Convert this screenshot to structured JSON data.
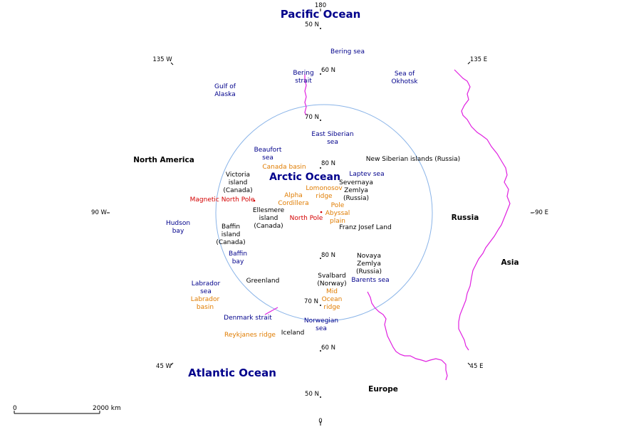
{
  "oceans_major": {
    "pacific": "Pacific Ocean",
    "arctic": "Arctic Ocean",
    "atlantic": "Atlantic Ocean"
  },
  "continents": {
    "north_america": "North America",
    "russia": "Russia",
    "asia": "Asia",
    "europe": "Europe"
  },
  "seas": {
    "bering_sea": "Bering sea",
    "bering_strait": "Bering\nstrait",
    "sea_of_okhotsk": "Sea of\nOkhotsk",
    "gulf_of_alaska": "Gulf of\nAlaska",
    "east_siberian_sea": "East Siberian\nsea",
    "beaufort_sea": "Beaufort\nsea",
    "laptev_sea": "Laptev sea",
    "hudson_bay": "Hudson\nbay",
    "baffin_bay": "Baffin\nbay",
    "labrador_sea": "Labrador\nsea",
    "barents_sea": "Barents sea",
    "denmark_strait": "Denmark strait",
    "norwegian_sea": "Norwegian\nsea"
  },
  "islands": {
    "new_siberian": "New Siberian islands (Russia)",
    "victoria": "Victoria\nisland\n(Canada)",
    "severnaya_zemlya": "Severnaya\nZemlya\n(Russia)",
    "ellesmere": "Ellesmere\nisland\n(Canada)",
    "franz_josef": "Franz Josef Land",
    "baffin_island": "Baffin\nisland\n(Canada)",
    "novaya_zemlya": "Novaya\nZemlya\n(Russia)",
    "greenland": "Greenland",
    "svalbard": "Svalbard\n(Norway)",
    "iceland": "Iceland"
  },
  "undersea_features": {
    "canada_basin": "Canada basin",
    "alpha_cordillera": "Alpha\nCordillera",
    "lomonosov_ridge": "Lomonosov\nridge",
    "pole_abyssal_plain": "Pole\nAbyssal\nplain",
    "labrador_basin": "Labrador\nbasin",
    "mid_ocean_ridge": "Mid\nOcean\nridge",
    "reykjanes_ridge": "Reykjanes ridge"
  },
  "poles": {
    "magnetic_north_pole": "Magnetic North Pole",
    "north_pole": "North Pole"
  },
  "coordinates": {
    "lon_180": "180",
    "lat_50n_top": "50 N",
    "lat_60n_top": "60 N",
    "lat_70n_top": "70 N",
    "lat_80n_top": "80 N",
    "lon_135w": "135 W",
    "lon_135e": "135 E",
    "lon_90w": "90 W",
    "lon_90e": "-90 E",
    "lat_80n_bottom": "80 N",
    "lat_70n_bottom": "70 N",
    "lat_60n_bottom": "60 N",
    "lat_50n_bottom": "50 N",
    "lon_45w": "45 W",
    "lon_45e": "45 E",
    "lon_0": "0"
  },
  "scale_bar": {
    "start": "0",
    "end": "2000 km"
  },
  "colors": {
    "ocean_label": "#00008b",
    "land_label": "#000000",
    "undersea_label": "#e07c00",
    "pole_label": "#d40000",
    "arctic_circle": "#8ab4e8",
    "border_line": "#e020e0"
  }
}
